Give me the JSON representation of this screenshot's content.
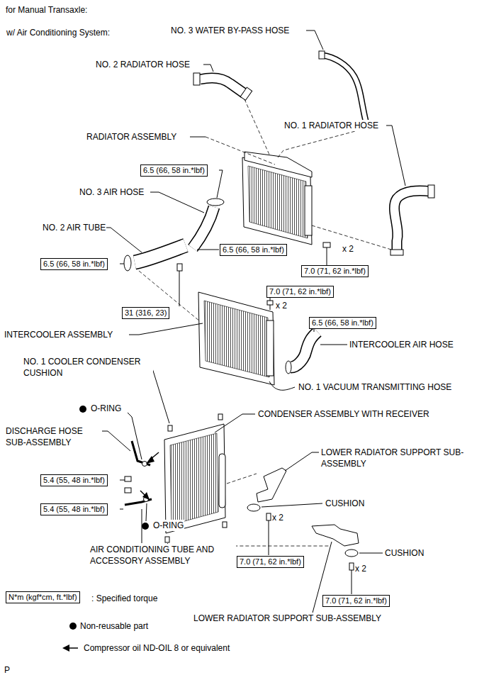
{
  "diagram": {
    "title": "for Manual Transaxle:",
    "nodes": [
      {
        "text": [
          "6.5 (66, 58 in.*lbf)"
        ]
      },
      {
        "text": [
          "6.5 (66, 58 in.*lbf)"
        ]
      },
      {
        "text": [
          "6.5 (66, 58 in.*lbf)"
        ]
      },
      {
        "text": [
          "7.0 (71, 62 in.*lbf)"
        ]
      },
      {
        "text": [
          "31 (316, 23)"
        ]
      },
      {
        "text": [
          "7.0 (71, 62 in.*lbf)"
        ]
      },
      {
        "text": [
          "6.5 (66, 58 in.*lbf)"
        ]
      },
      {
        "text": [
          "5.4 (55, 48 in.*lbf)"
        ]
      },
      {
        "text": [
          "5.4 (55, 48 in.*lbf)"
        ]
      },
      {
        "text": [
          "7.0 (71, 62 in.*lbf)"
        ]
      },
      {
        "text": [
          "7.0 (71, 62 in.*lbf)"
        ]
      },
      {
        "text": [
          "N*m (kgf*cm, ft.*lbf)"
        ]
      }
    ],
    "labels": [
      "w/ Air Conditioning System:",
      "NO. 3 WATER BY-PASS HOSE",
      "NO. 2 RADIATOR HOSE",
      "RADIATOR ASSEMBLY",
      "NO. 1 RADIATOR HOSE",
      "NO. 3 AIR HOSE",
      "NO. 2 AIR TUBE",
      "x 2",
      "x 2",
      "INTERCOOLER ASSEMBLY",
      "INTERCOOLER AIR HOSE",
      "NO. 1 COOLER CONDENSER CUSHION",
      "NO. 1 VACUUM TRANSMITTING HOSE",
      "O-RING",
      "CONDENSER ASSEMBLY WITH RECEIVER",
      "DISCHARGE HOSE SUB-ASSEMBLY",
      "LOWER RADIATOR SUPPORT SUB-ASSEMBLY",
      "CUSHION",
      "x 2",
      "O-RING",
      "AIR CONDITIONING TUBE AND ACCESSORY ASSEMBLY",
      "CUSHION",
      "x 2",
      "LOWER RADIATOR SUPPORT SUB-ASSEMBLY",
      "P"
    ],
    "legend": [
      {
        "text": ": Specified torque"
      },
      {
        "text": "Non-reusable part"
      },
      {
        "text": "Compressor oil ND-OIL 8 or equivalent"
      }
    ]
  }
}
